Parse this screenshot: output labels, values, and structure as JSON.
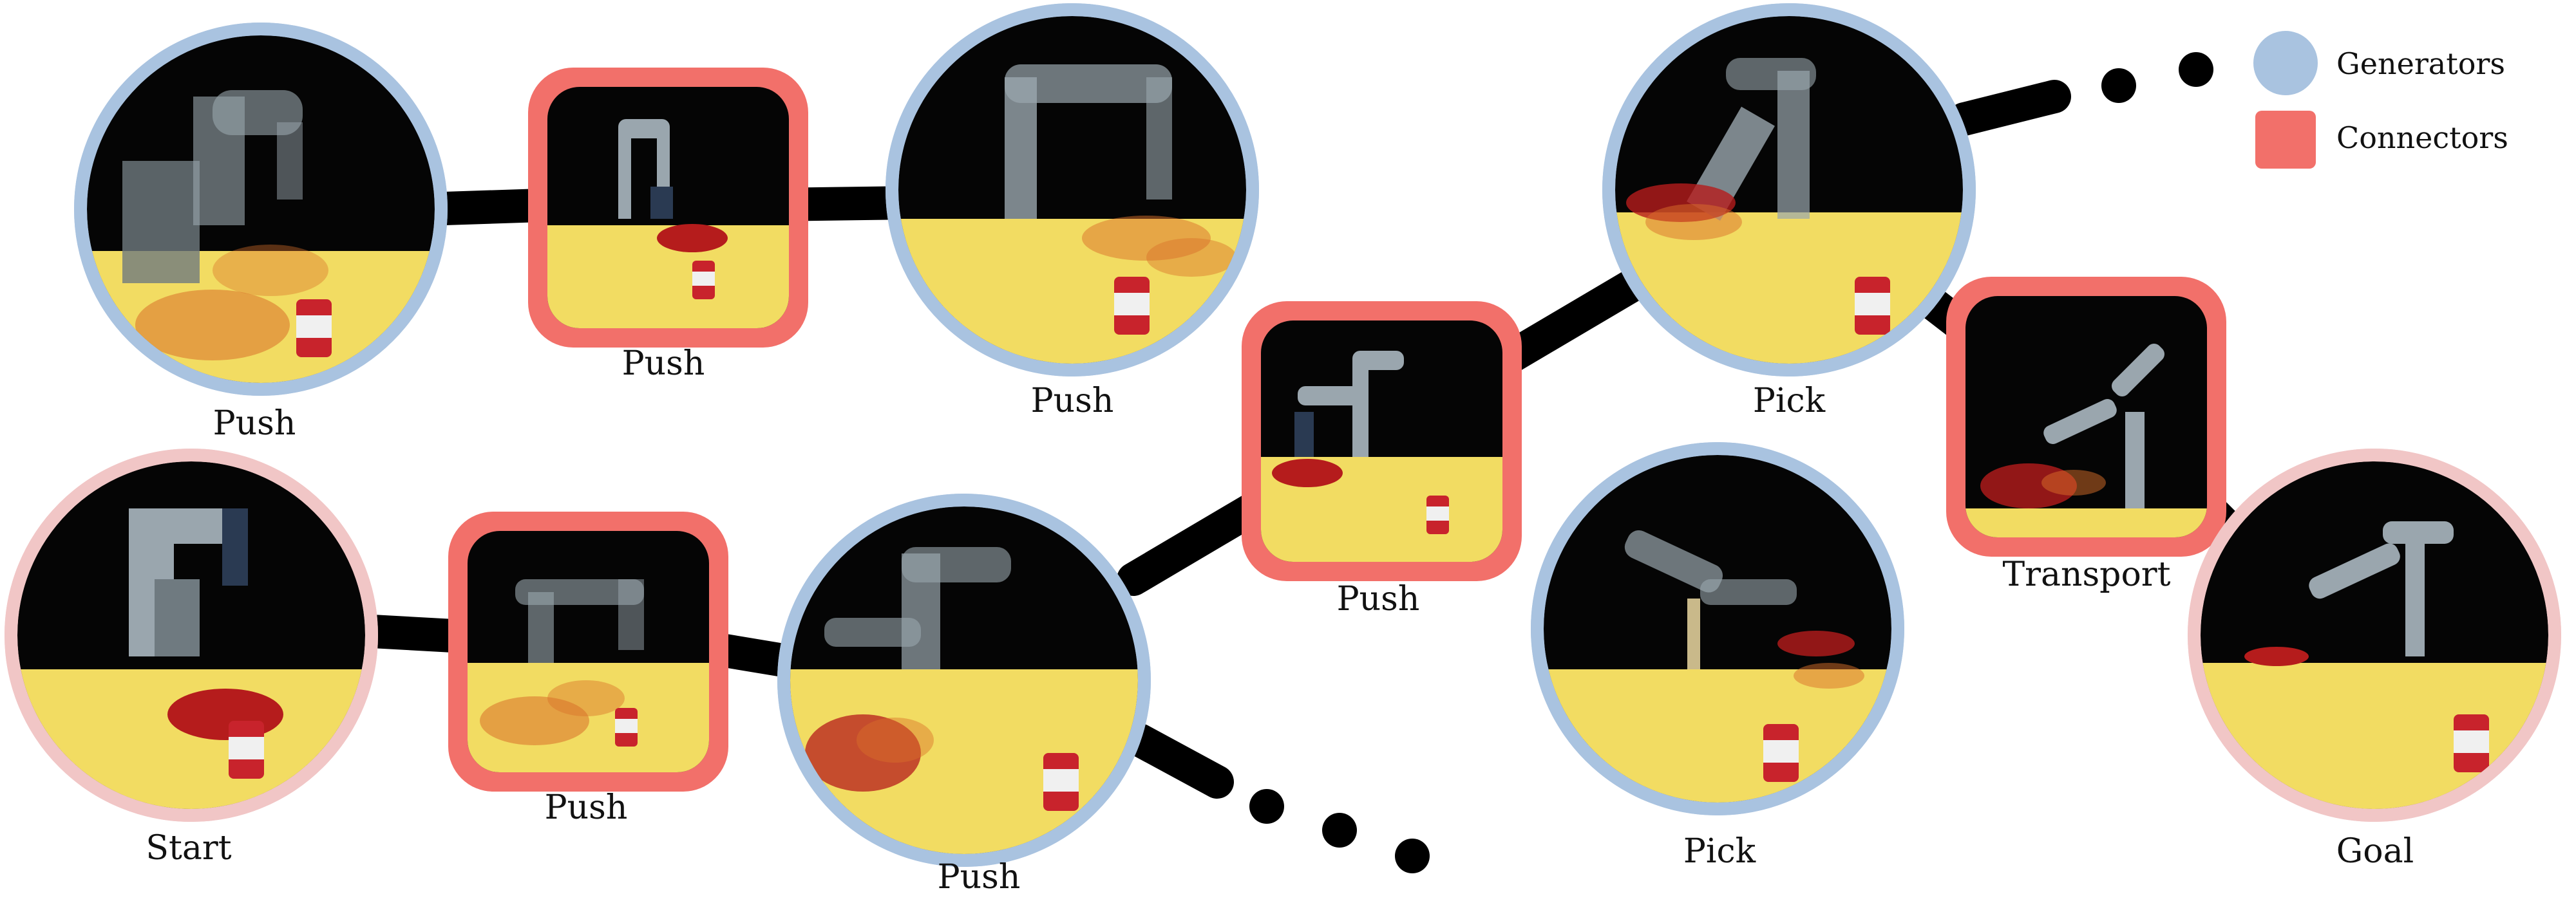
{
  "colors": {
    "generator_ring": "#a9c3e0",
    "connector_frame": "#f2706a",
    "terminal_ring": "#f1c6c6",
    "edge": "#000000",
    "scene_background": "#050505",
    "table": "#f2dc62",
    "plate": "#b51c1c",
    "can": "#c8232c",
    "robot": "#9aa6ae",
    "gripper": "#2a3a52"
  },
  "legend": {
    "generators": "Generators",
    "connectors": "Connectors"
  },
  "nodes": {
    "g1": {
      "label": "Push",
      "kind": "generator",
      "icon": "robot-push-scene"
    },
    "c1": {
      "label": "Push",
      "kind": "connector",
      "icon": "robot-push-scene"
    },
    "g2": {
      "label": "Push",
      "kind": "generator",
      "icon": "robot-push-scene"
    },
    "c3": {
      "label": "Push",
      "kind": "connector",
      "icon": "robot-push-scene"
    },
    "g4": {
      "label": "Pick",
      "kind": "generator",
      "icon": "robot-pick-scene"
    },
    "c4": {
      "label": "Transport",
      "kind": "connector",
      "icon": "robot-transport-scene"
    },
    "start": {
      "label": "Start",
      "kind": "terminal",
      "icon": "robot-start-scene"
    },
    "c2": {
      "label": "Push",
      "kind": "connector",
      "icon": "robot-push-scene"
    },
    "g3": {
      "label": "Push",
      "kind": "generator",
      "icon": "robot-push-scene"
    },
    "g5": {
      "label": "Pick",
      "kind": "generator",
      "icon": "robot-pick-scene"
    },
    "goal": {
      "label": "Goal",
      "kind": "terminal",
      "icon": "robot-goal-scene"
    }
  }
}
